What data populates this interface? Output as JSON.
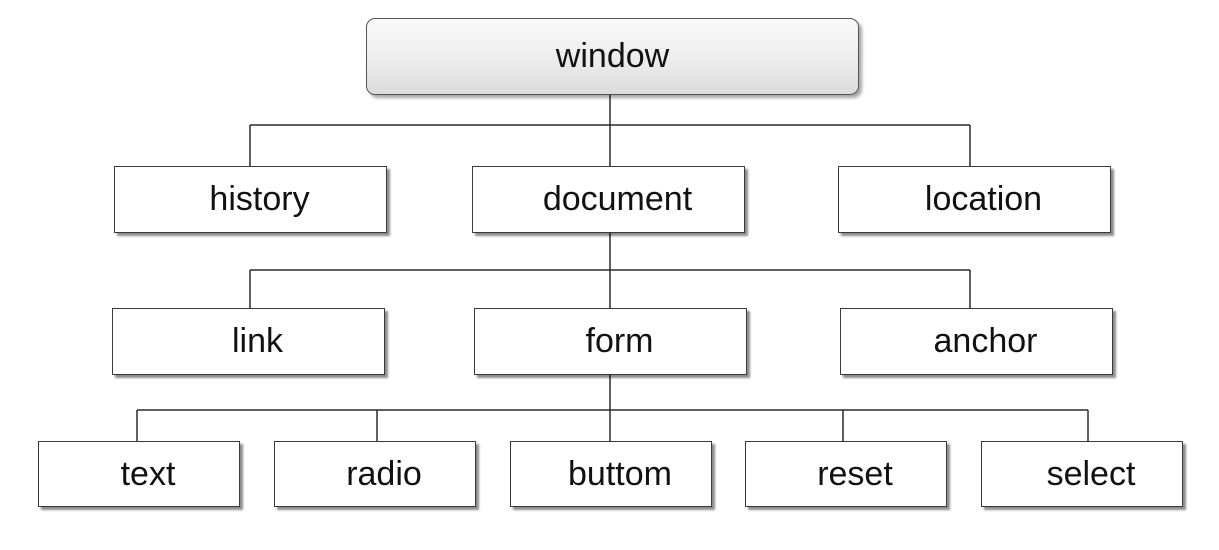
{
  "diagram": {
    "root": "window",
    "level1": [
      "history",
      "document",
      "location"
    ],
    "level2": [
      "link",
      "form",
      "anchor"
    ],
    "level3": [
      "text",
      "radio",
      "buttom",
      "reset",
      "select"
    ]
  }
}
